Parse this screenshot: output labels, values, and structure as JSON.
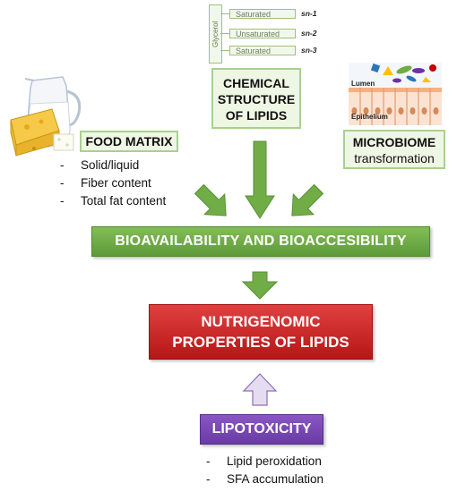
{
  "chemical_structure": {
    "glycerol_label": "Glycerol",
    "chains": [
      {
        "label": "Saturated",
        "position": "sn-1"
      },
      {
        "label": "Unsaturated",
        "position": "sn-2"
      },
      {
        "label": "Saturated",
        "position": "sn-3"
      }
    ],
    "title_line1": "CHEMICAL",
    "title_line2": "STRUCTURE",
    "title_line3": "OF LIPIDS"
  },
  "food_matrix": {
    "title": "FOOD MATRIX",
    "bullets": [
      "Solid/liquid",
      "Fiber content",
      "Total fat content"
    ]
  },
  "microbiome": {
    "lumen_label": "Lumen",
    "epithelium_label": "Epithelium",
    "title_line1": "MICROBIOME",
    "title_line2": "transformation"
  },
  "bioavailability": {
    "title": "BIOAVAILABILITY AND BIOACCESIBILITY"
  },
  "nutrigenomic": {
    "title_line1": "NUTRIGENOMIC",
    "title_line2": "PROPERTIES OF LIPIDS"
  },
  "lipotoxicity": {
    "title": "LIPOTOXICITY",
    "bullets": [
      "Lipid peroxidation",
      "SFA accumulation"
    ]
  },
  "colors": {
    "green_arrow": "#70ad47",
    "red_box": "#c00000",
    "purple_box": "#7030a0",
    "lavender_arrow": "#e6dcf2"
  }
}
